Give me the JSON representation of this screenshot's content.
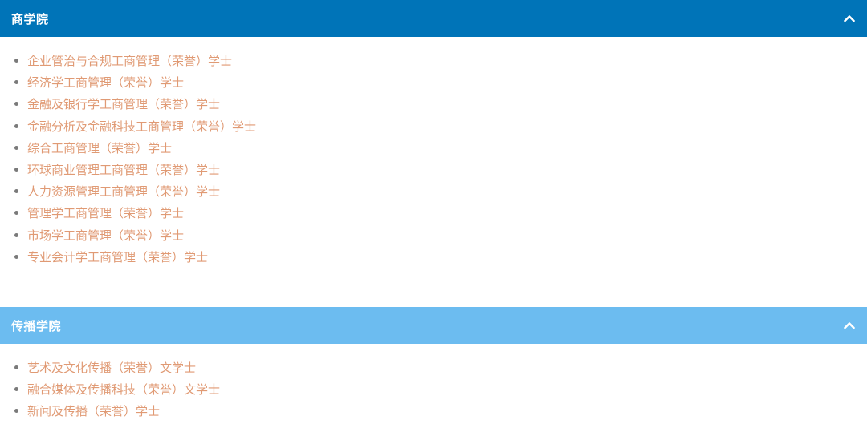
{
  "sections": [
    {
      "title": "商学院",
      "programs": [
        "企业管治与合规工商管理（荣誉）学士",
        "经济学工商管理（荣誉）学士",
        "金融及银行学工商管理（荣誉）学士",
        "金融分析及金融科技工商管理（荣誉）学士",
        "综合工商管理（荣誉）学士",
        "环球商业管理工商管理（荣誉）学士",
        "人力资源管理工商管理（荣誉）学士",
        "管理学工商管理（荣誉）学士",
        "市场学工商管理（荣誉）学士",
        "专业会计学工商管理（荣誉）学士"
      ]
    },
    {
      "title": "传播学院",
      "programs": [
        "艺术及文化传播（荣誉）文学士",
        "融合媒体及传播科技（荣誉）文学士",
        "新闻及传播（荣誉）学士"
      ]
    }
  ],
  "icons": {
    "collapse": "chevron-up-icon"
  },
  "colors": {
    "business_header": "#0074b8",
    "communication_header": "#6cbcf0",
    "link_text": "#e09a74",
    "bullet": "#7a7a7a"
  }
}
